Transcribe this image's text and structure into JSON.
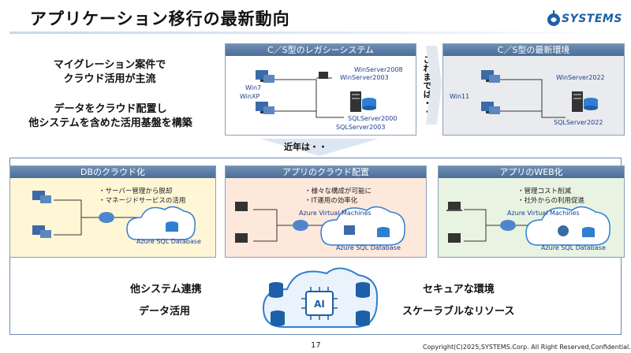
{
  "header": {
    "title": "アプリケーション移行の最新動向",
    "logo_text": "SYSTEMS"
  },
  "lead": {
    "line1": "マイグレーション案件で",
    "line2": "クラウド活用が主流",
    "line3": "データをクラウド配置し",
    "line4": "他システムを含めた活用基盤を構築"
  },
  "legacy": {
    "title": "C／S型のレガシーシステム",
    "client_labels": [
      "Win7",
      "WinXP"
    ],
    "server_labels": [
      "WinServer2008",
      "WinServer2003"
    ],
    "db_labels": [
      "SQLServer2000",
      "SQLServer2003"
    ]
  },
  "transition_text": "これまでは・・",
  "latest": {
    "title": "C／S型の最新環境",
    "client_label": "Win11",
    "server_label": "WinServer2022",
    "db_label": "SQLServer2022"
  },
  "recent_text": "近年は・・",
  "cards": {
    "db_cloud": {
      "title": "DBのクラウド化",
      "notes": [
        "・サーバー管理から脱却",
        "・マネージドサービスの活用"
      ],
      "service": "Azure SQL Database"
    },
    "app_cloud": {
      "title": "アプリのクラウド配置",
      "notes": [
        "・様々な構成が可能に",
        "・IT運用の効率化"
      ],
      "vm": "Azure Virtual Machines",
      "service": "Azure SQL Database"
    },
    "app_web": {
      "title": "アプリのWEB化",
      "notes": [
        "・管理コスト削減",
        "・社外からの利用促進"
      ],
      "vm": "Azure Virtual Machines",
      "service": "Azure SQL Database"
    }
  },
  "bottom": {
    "left1": "他システム連携",
    "left2": "データ活用",
    "right1": "セキュアな環境",
    "right2": "スケーラブルなリソース",
    "ai": "AI"
  },
  "footer": {
    "page": "17",
    "copyright": "Copyright(C)2025,SYSTEMS.Corp. All Right Reserved,Confidential."
  },
  "colors": {
    "accent": "#4a6d98",
    "cloud": "#2f7fd1",
    "db_panel": "#fff6d6",
    "app_panel": "#fde8dc",
    "web_panel": "#e8f3e1"
  }
}
